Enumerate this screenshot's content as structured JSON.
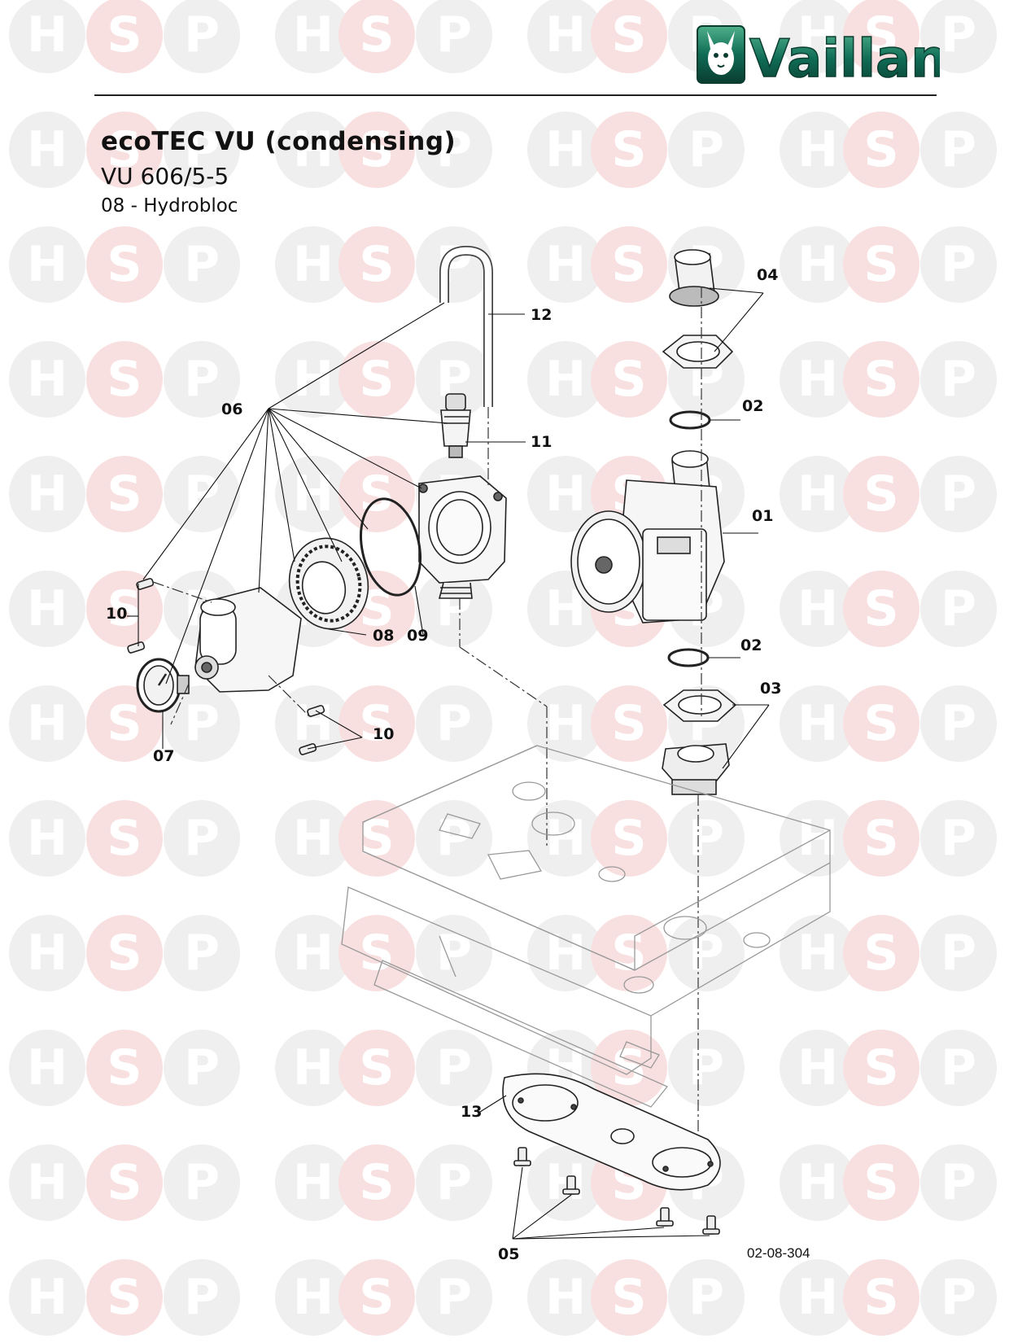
{
  "brand": {
    "name": "Vaillant",
    "logo_colors": {
      "primary": "#0f6b55",
      "dark": "#0a3d30",
      "light": "#4fb08a"
    }
  },
  "header": {
    "title": "ecoTEC VU (condensing)",
    "model": "VU 606/5-5",
    "section": "08 - Hydrobloc"
  },
  "watermark": {
    "letters": [
      "H",
      "S",
      "P"
    ],
    "pink_color": "#f9e0e0",
    "grey_color": "#efefef"
  },
  "callouts": {
    "c01": "01",
    "c02a": "02",
    "c02b": "02",
    "c03": "03",
    "c04": "04",
    "c05": "05",
    "c06": "06",
    "c07": "07",
    "c08": "08",
    "c09": "09",
    "c10a": "10",
    "c10b": "10",
    "c11": "11",
    "c12": "12",
    "c13": "13"
  },
  "drawing_number": "02-08-304"
}
